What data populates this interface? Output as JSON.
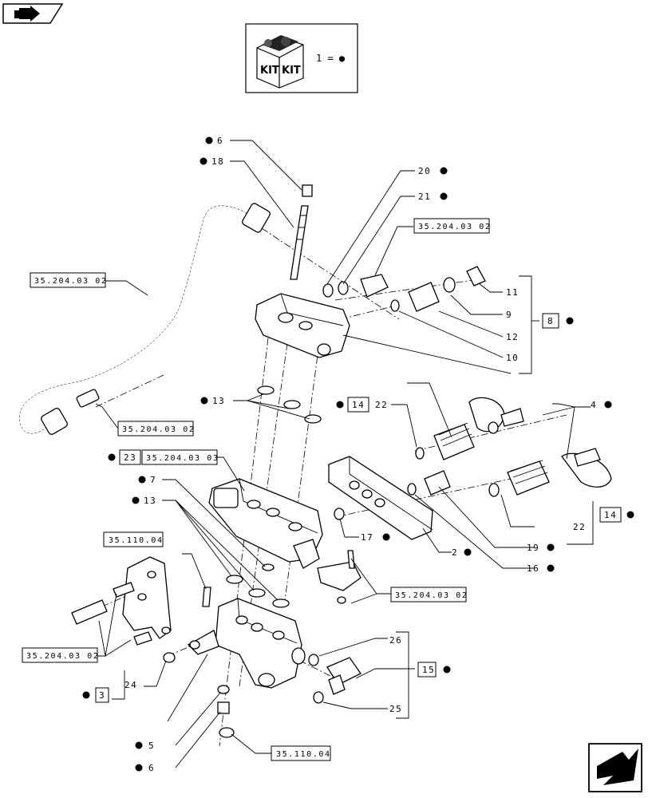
{
  "kit_legend": {
    "badge_left": "KIT",
    "badge_right": "KIT",
    "equation": "1 = ●"
  },
  "refs": {
    "r_valve_top": "35.204.03 02",
    "r_pipe_left": "35.204.03 02",
    "r_pipe_lower": "35.204.03 02",
    "r_section_23": "35.204.03 03",
    "r_bracket_top": "35.110.04",
    "r_bracket_bottom": "35.204.03 02",
    "r_lever": "35.204.03 02",
    "r_nut_bottom": "35.110.04"
  },
  "boxed": {
    "b8": "8",
    "b14a": "14",
    "b14b": "14",
    "b23": "23",
    "b15": "15",
    "b3": "3"
  },
  "callouts": {
    "c6top": "6",
    "c18": "18",
    "c20": "20",
    "c21": "21",
    "c11": "11",
    "c9": "9",
    "c12": "12",
    "c10": "10",
    "c13a": "13",
    "c22a": "22",
    "c4": "4",
    "c7": "7",
    "c13b": "13",
    "c17": "17",
    "c2": "2",
    "c19": "19",
    "c16": "16",
    "c22b": "22",
    "c26": "26",
    "c24": "24",
    "c25": "25",
    "c5": "5",
    "c6bottom": "6"
  },
  "icons": {
    "top_left": "back-arrow-icon",
    "bottom_right": "next-page-arrow-icon",
    "kit": "kit-box-icon"
  }
}
